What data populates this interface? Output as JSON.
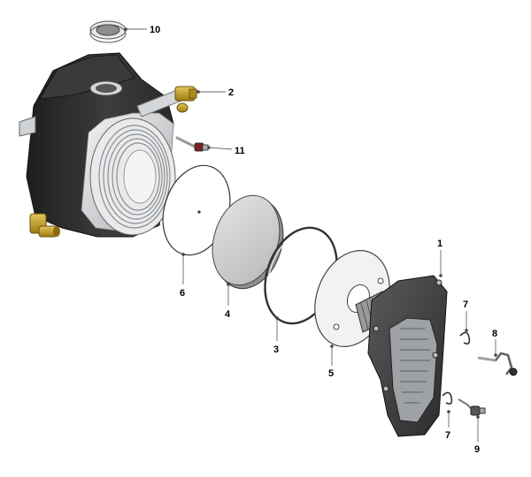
{
  "diagram": {
    "kind": "exploded parts view",
    "parts": [
      {
        "id": "p10",
        "name": "top-seal-ring",
        "label": "10"
      },
      {
        "id": "p2",
        "name": "brass-connector",
        "label": "2"
      },
      {
        "id": "p11",
        "name": "sensor-probe",
        "label": "11"
      },
      {
        "id": "p6",
        "name": "thin-gasket",
        "label": "6"
      },
      {
        "id": "p4",
        "name": "insulation-disc",
        "label": "4"
      },
      {
        "id": "p3",
        "name": "o-ring-seal",
        "label": "3"
      },
      {
        "id": "p5",
        "name": "insulation-panel",
        "label": "5"
      },
      {
        "id": "p1",
        "name": "burner-door",
        "label": "1"
      },
      {
        "id": "p7a",
        "name": "clip-upper",
        "label": "7"
      },
      {
        "id": "p8",
        "name": "electrode-bracket",
        "label": "8"
      },
      {
        "id": "p7b",
        "name": "clip-lower",
        "label": "7"
      },
      {
        "id": "p9",
        "name": "ignition-electrode",
        "label": "9"
      }
    ],
    "colors": {
      "body_dark": "#2d2d2d",
      "metal_light": "#d9dcdf",
      "brass": "#c9a227",
      "insulation": "#cfcfcf",
      "leader": "#666666"
    }
  }
}
